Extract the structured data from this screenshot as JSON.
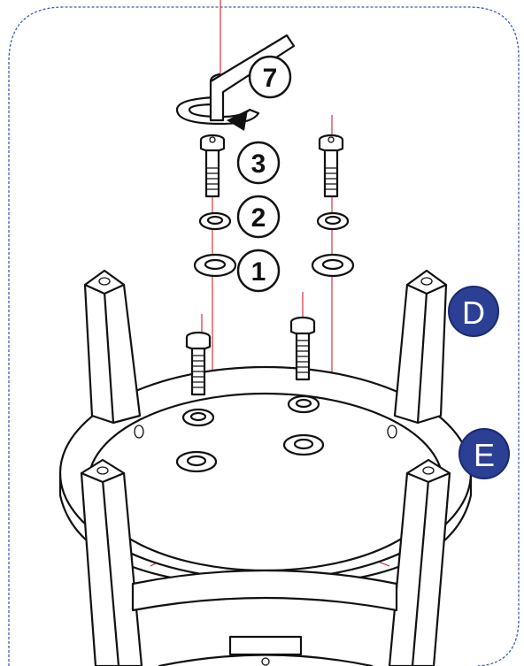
{
  "callouts": {
    "allen_key": "7",
    "bolt": "3",
    "spring_washer": "2",
    "flat_washer": "1"
  },
  "badges": {
    "leg": "D",
    "ring": "E"
  },
  "colors": {
    "badge_fill": "#2b3f94",
    "guide_line": "#d1222b",
    "frame_border": "#3a5fb0",
    "ink": "#111111"
  }
}
